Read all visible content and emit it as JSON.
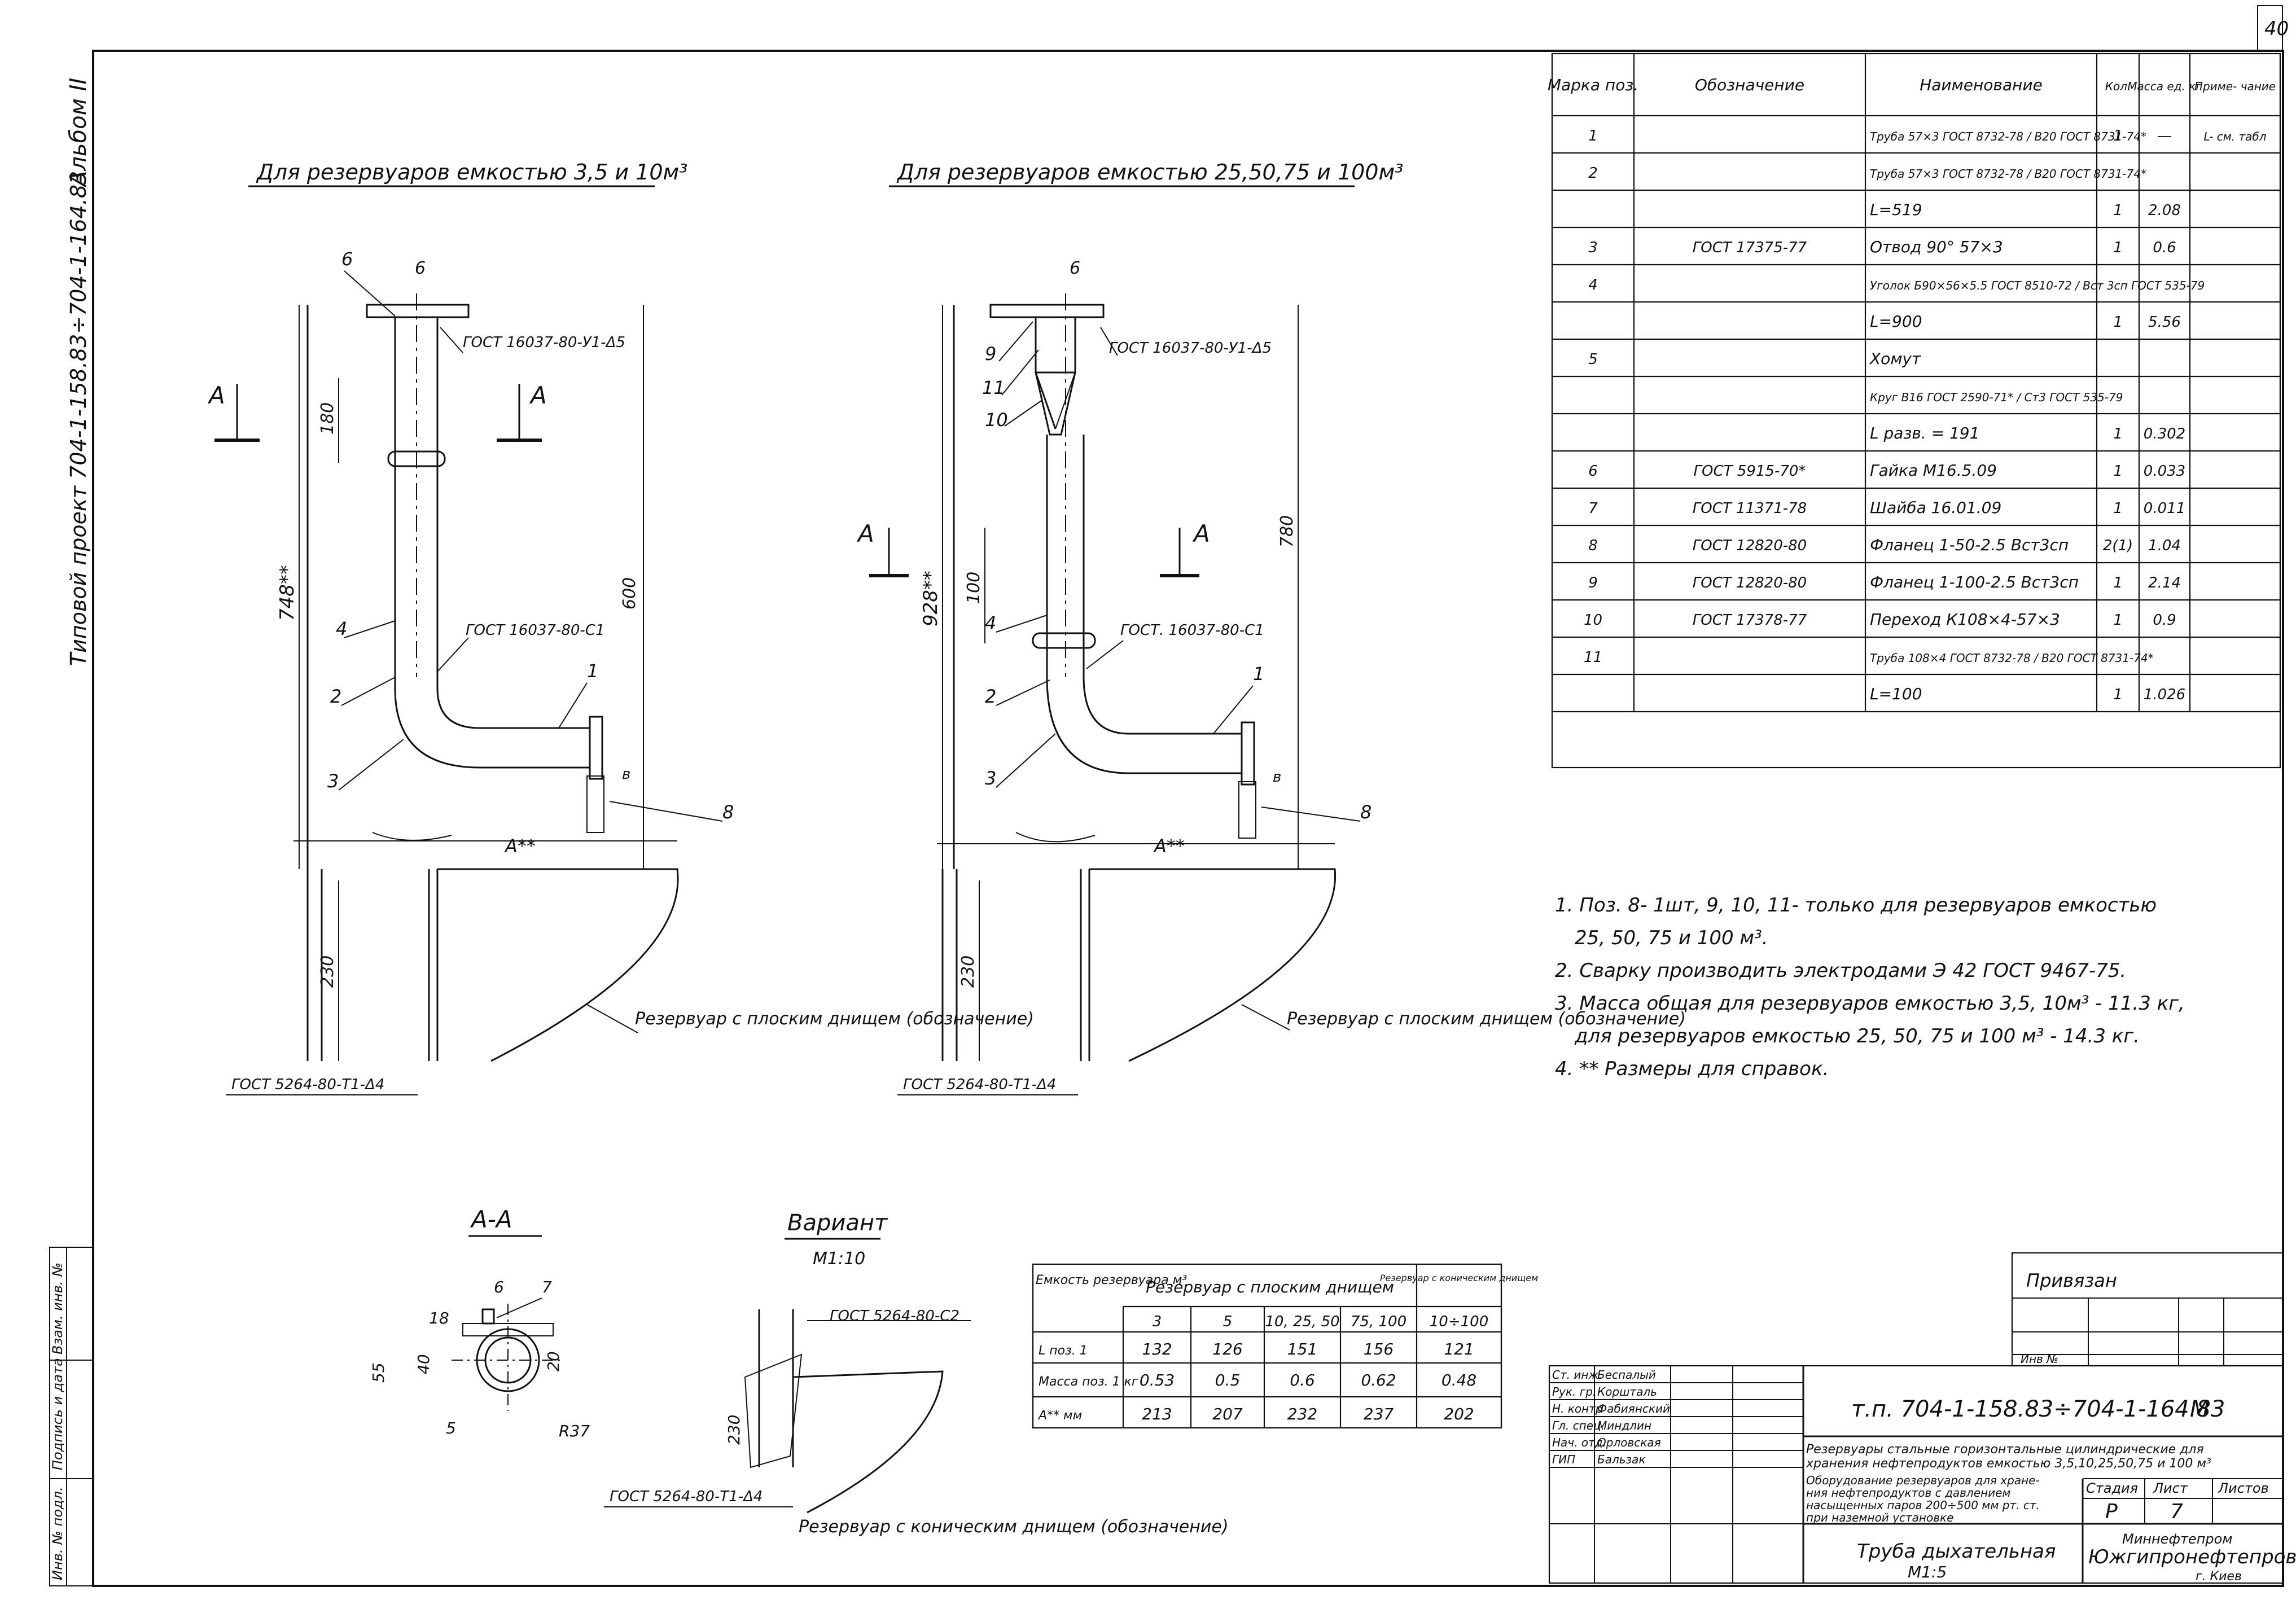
{
  "page_number": "40",
  "album": "Альбом II",
  "project": "Типовой проект 704-1-158.83÷704-1-164.83",
  "view_left_title": "Для резервуаров емкостью 3,5 и 10м³",
  "view_right_title": "Для резервуаров емкостью 25,50,75 и 100м³",
  "section_a": "А",
  "weld_f": "ГОСТ 16037-80-У1-Δ5",
  "weld_c1_left": "ГОСТ 16037-80-С1",
  "weld_c1_right": "ГОСТ. 16037-80-С1",
  "weld_bottom": "ГОСТ 5264-80-Т1-Δ4",
  "weld_c2": "ГОСТ 5264-80-С2",
  "tank_flat": "Резервуар с плоским днищем (обозначение)",
  "tank_conical": "Резервуар с коническим днищем (обозначение)",
  "dims": {
    "d_left_total": "748**",
    "d_left_180": "180",
    "d_left_600": "600",
    "d_230": "230",
    "d_right_total": "928**",
    "d_right_100": "100",
    "d_right_780": "780",
    "d_6": "6",
    "d_b": "в",
    "d_aa": "А**",
    "s_18": "18",
    "s_55": "55",
    "s_40": "40",
    "s_20": "20",
    "s_r37": "R37"
  },
  "pos": [
    "1",
    "2",
    "3",
    "4",
    "5",
    "6",
    "7",
    "8",
    "9",
    "10",
    "11"
  ],
  "section_aa_title": "А-А",
  "variant_title": "Вариант",
  "variant_scale": "М1:10",
  "spec_headers": [
    "Марка поз.",
    "Обозначение",
    "Наименование",
    "Кол.",
    "Масса ед. кг",
    "Приме- чание"
  ],
  "spec_rows": [
    [
      "1",
      "",
      "Труба 57×3 ГОСТ 8732-78 / В20 ГОСТ 8731-74*",
      "1",
      "—",
      "L- см. табл"
    ],
    [
      "2",
      "",
      "Труба 57×3 ГОСТ 8732-78 / В20 ГОСТ 8731-74*",
      "",
      "",
      ""
    ],
    [
      "",
      "",
      "L=519",
      "1",
      "2.08",
      ""
    ],
    [
      "3",
      "ГОСТ 17375-77",
      "Отвод 90° 57×3",
      "1",
      "0.6",
      ""
    ],
    [
      "4",
      "",
      "Уголок Б90×56×5.5 ГОСТ 8510-72 / Вст 3сп ГОСТ 535-79",
      "",
      "",
      ""
    ],
    [
      "",
      "",
      "L=900",
      "1",
      "5.56",
      ""
    ],
    [
      "5",
      "",
      "Хомут",
      "",
      "",
      ""
    ],
    [
      "",
      "",
      "Круг В16 ГОСТ 2590-71* / Ст3 ГОСТ 535-79",
      "",
      "",
      ""
    ],
    [
      "",
      "",
      "L разв. = 191",
      "1",
      "0.302",
      ""
    ],
    [
      "6",
      "ГОСТ 5915-70*",
      "Гайка М16.5.09",
      "1",
      "0.033",
      ""
    ],
    [
      "7",
      "ГОСТ 11371-78",
      "Шайба 16.01.09",
      "1",
      "0.011",
      ""
    ],
    [
      "8",
      "ГОСТ 12820-80",
      "Фланец 1-50-2.5 Вст3сп",
      "2(1)",
      "1.04",
      ""
    ],
    [
      "9",
      "ГОСТ 12820-80",
      "Фланец 1-100-2.5 Вст3сп",
      "1",
      "2.14",
      ""
    ],
    [
      "10",
      "ГОСТ 17378-77",
      "Переход К108×4-57×3",
      "1",
      "0.9",
      ""
    ],
    [
      "11",
      "",
      "Труба 108×4 ГОСТ 8732-78 / В20 ГОСТ 8731-74*",
      "",
      "",
      ""
    ],
    [
      "",
      "",
      "L=100",
      "1",
      "1.026",
      ""
    ]
  ],
  "notes": [
    "1. Поз. 8- 1шт, 9, 10, 11- только для резервуаров емкостью",
    "25, 50, 75 и 100 м³.",
    "2. Сварку производить электродами Э 42 ГОСТ 9467-75.",
    "3. Масса общая для резервуаров емкостью 3,5, 10м³ - 11.3 кг,",
    "для резервуаров емкостью 25, 50, 75 и 100 м³ - 14.3 кг.",
    "4. ** Размеры для справок."
  ],
  "len_table": {
    "h_capacity": "Емкость резервуара м³",
    "h_flat": "Резервуар с плоским днищем",
    "h_conical": "Резервуар с коническим днищем",
    "caps": [
      "3",
      "5",
      "10, 25, 50",
      "75, 100",
      "10÷100"
    ],
    "rows": [
      [
        "L поз. 1",
        "132",
        "126",
        "151",
        "156",
        "121"
      ],
      [
        "Масса поз. 1 кг",
        "0.53",
        "0.5",
        "0.6",
        "0.62",
        "0.48"
      ],
      [
        "А** мм",
        "213",
        "207",
        "232",
        "237",
        "202"
      ]
    ]
  },
  "title_block": {
    "privyazan": "Привязан",
    "inv": "Инв №",
    "code": "т.п. 704-1-158.83÷704-1-164.83",
    "m": "М",
    "desc1": "Резервуары стальные горизонтальные цилиндрические для",
    "desc2": "хранения нефтепродуктов емкостью 3,5,10,25,50,75 и 100 м³",
    "desc3": "Оборудование резервуаров для хране-",
    "desc4": "ния нефтепродуктов с давлением",
    "desc5": "насыщенных паров 200÷500 мм рт. ст.",
    "desc6": "при наземной установке",
    "stage_h": "Стадия",
    "sheet_h": "Лист",
    "sheets_h": "Листов",
    "stage": "Р",
    "sheet": "7",
    "sheets": "",
    "drawing_name": "Труба дыхательная",
    "drawing_scale": "М1:5",
    "org1": "Миннефтепром",
    "org2": "Южгипронефтепровод",
    "org3": "г. Киев",
    "roles": [
      "Ст. инж.",
      "Рук. гр.",
      "Н. контр",
      "Гл. спец.",
      "Нач. отд.",
      "ГИП"
    ],
    "names": [
      "Беспалый",
      "Коршталь",
      "Фабиянский",
      "Миндлин",
      "Орловская",
      "Бальзак"
    ]
  },
  "side_stamp": [
    "Инв. № подл.",
    "Подпись и дата",
    "Взам. инв. №"
  ]
}
